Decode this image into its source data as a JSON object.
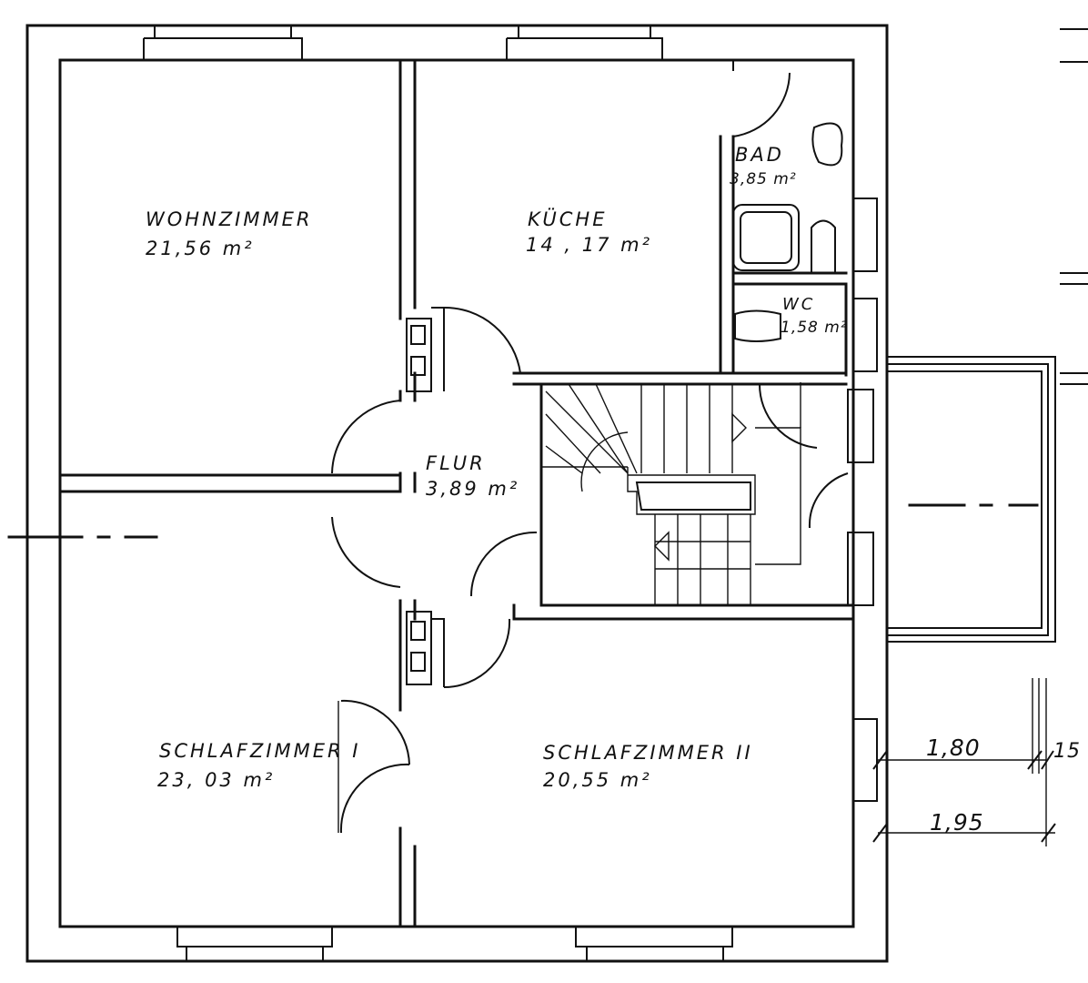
{
  "rooms": {
    "wohnzimmer": {
      "name": "WOHNZIMMER",
      "area": "21,56 m²"
    },
    "kueche": {
      "name": "KÜCHE",
      "area": "14 , 17 m²"
    },
    "bad": {
      "name": "BAD",
      "area": "3,85 m²"
    },
    "wc": {
      "name": "WC",
      "area": "1,58 m²"
    },
    "flur": {
      "name": "FLUR",
      "area": "3,89 m²"
    },
    "schlafzimmer_1": {
      "name": "SCHLAFZIMMER I",
      "area": "23, 03 m²"
    },
    "schlafzimmer_2": {
      "name": "SCHLAFZIMMER II",
      "area": "20,55 m²"
    }
  },
  "dimensions": {
    "balcony_inner": "1,80",
    "balcony_rail": "15",
    "balcony_outer": "1,95"
  }
}
